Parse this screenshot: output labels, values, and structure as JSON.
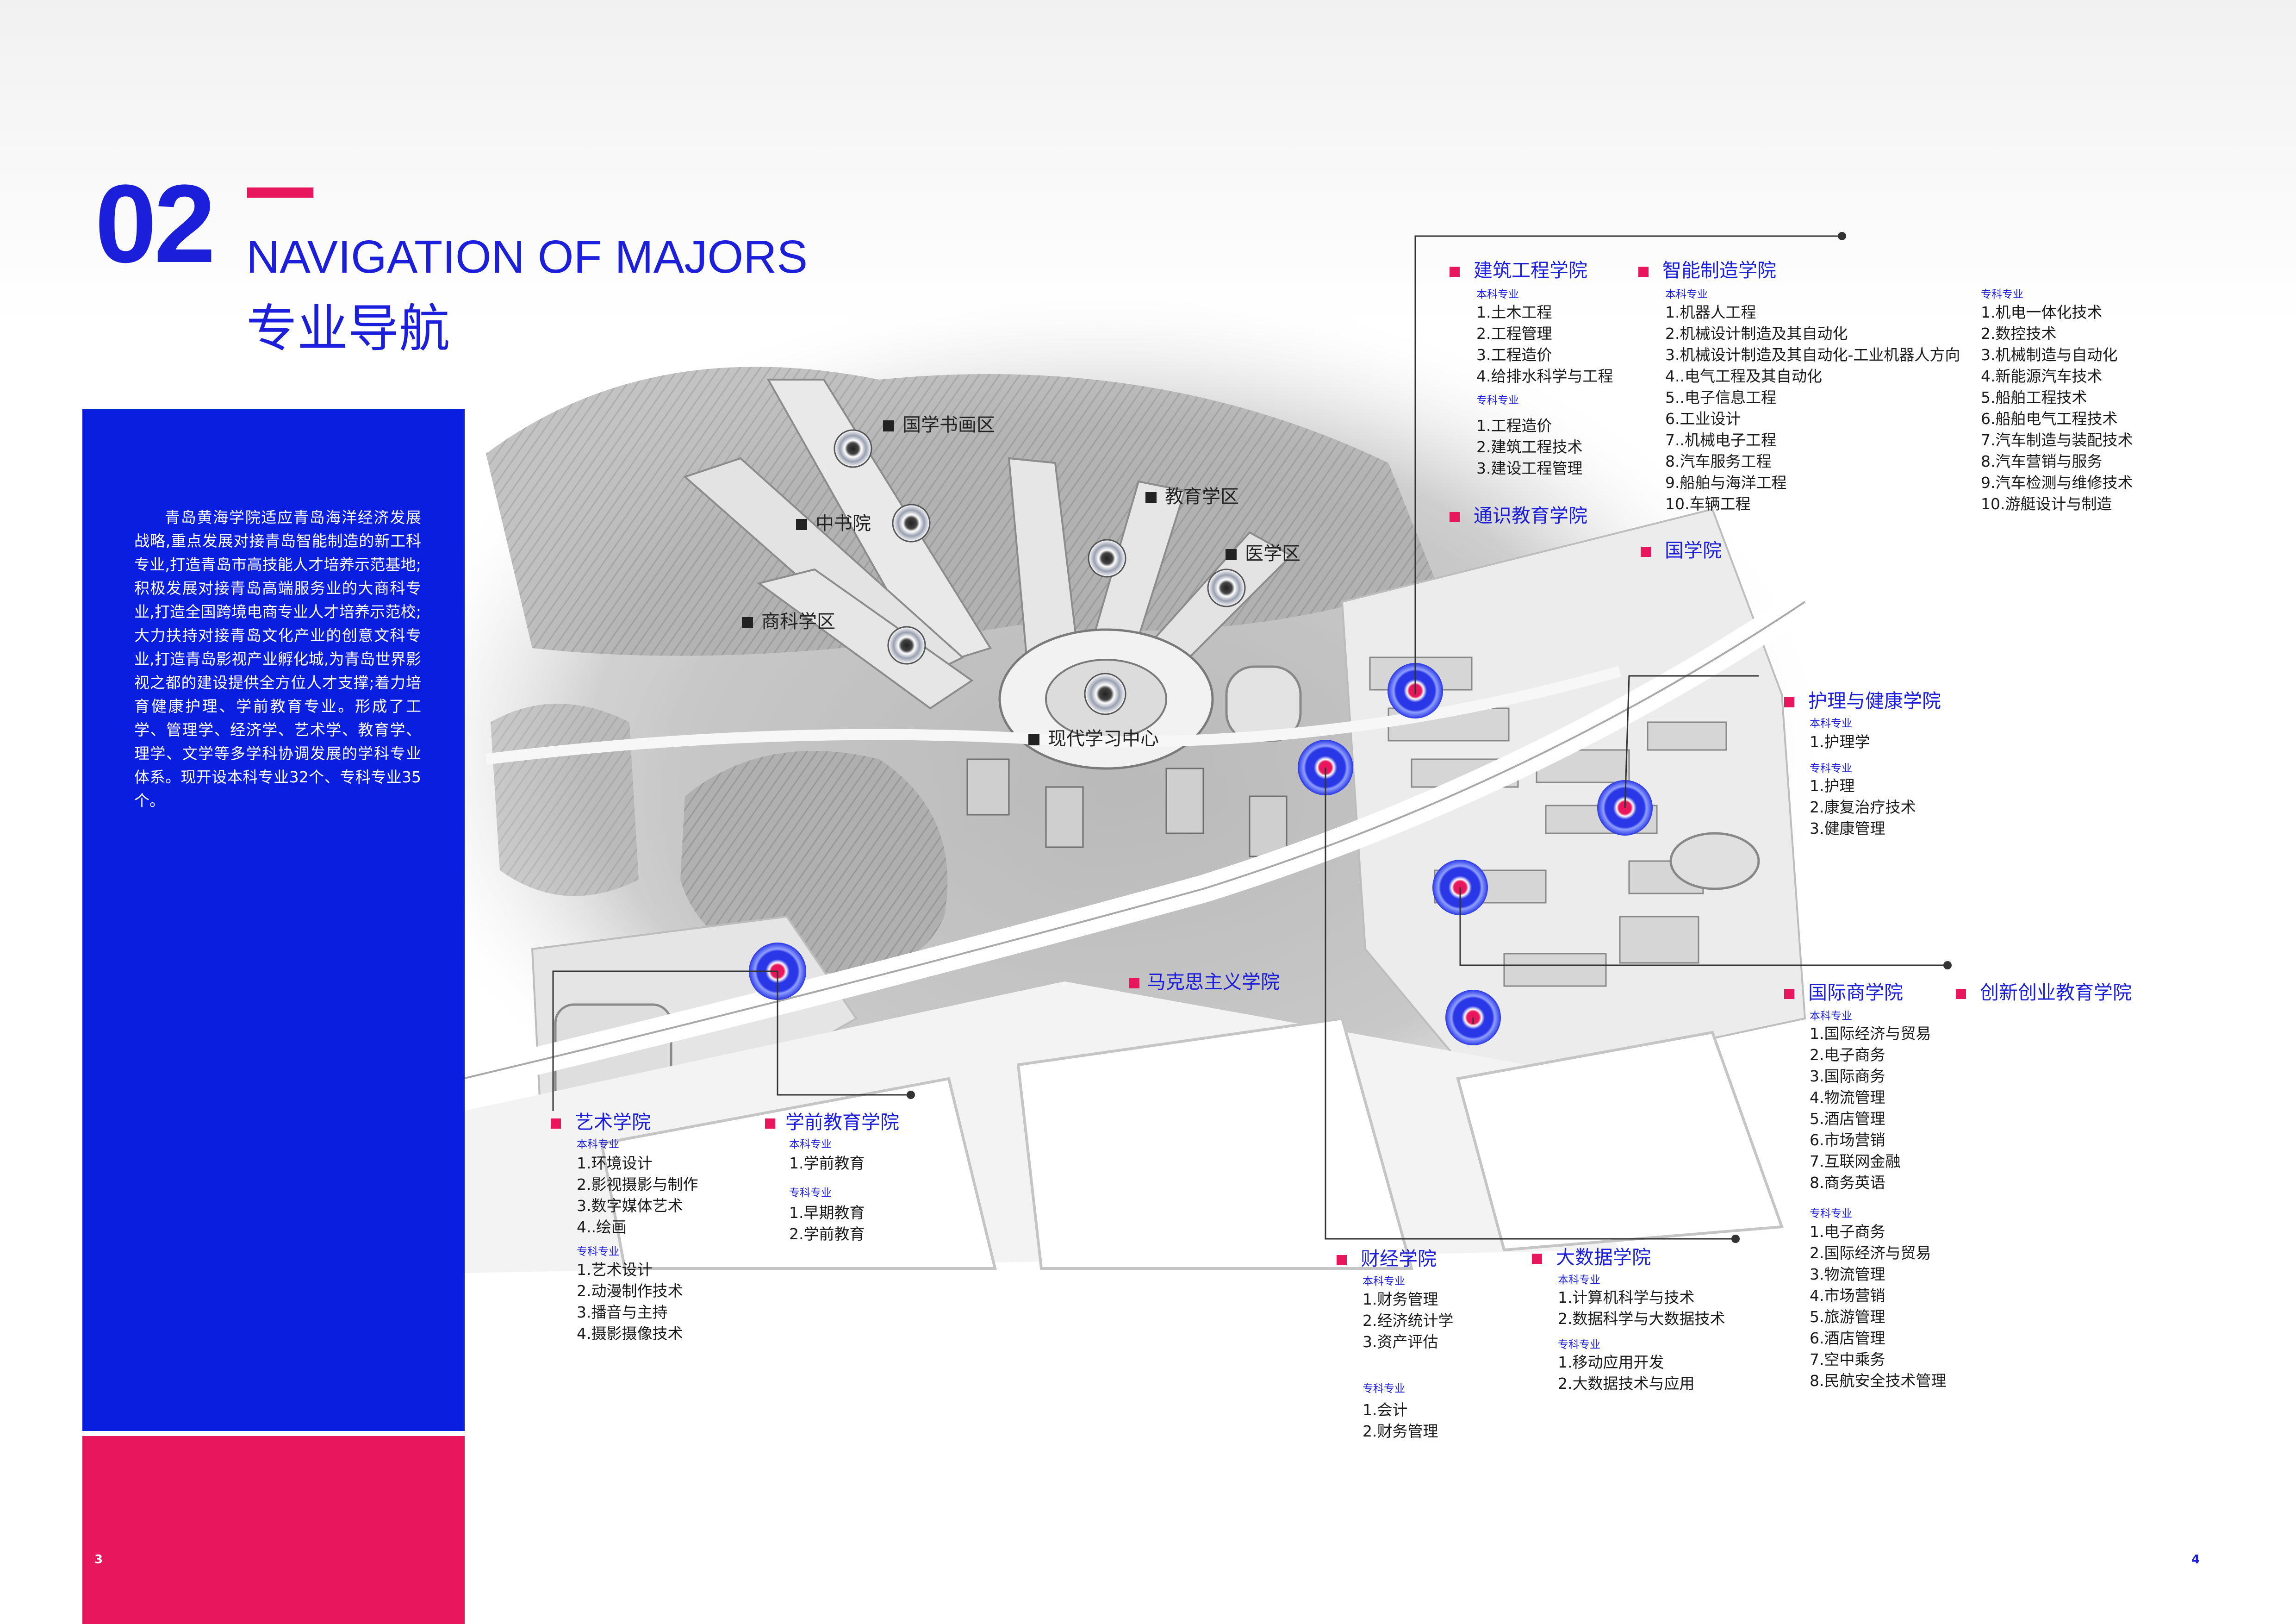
{
  "header": {
    "number": "02",
    "title_en": "NAVIGATION OF MAJORS",
    "title_cn": "专业导航"
  },
  "intro": "青岛黄海学院适应青岛海洋经济发展战略,重点发展对接青岛智能制造的新工科专业,打造青岛市高技能人才培养示范基地;积极发展对接青岛高端服务业的大商科专业,打造全国跨境电商专业人才培养示范校;大力扶持对接青岛文化产业的创意文科专业,打造青岛影视产业孵化城,为青岛世界影视之都的建设提供全方位人才支撑;着力培育健康护理、学前教育专业。形成了工学、管理学、经济学、艺术学、教育学、理学、文学等多学科协调发展的学科专业体系。现开设本科专业32个、专科专业35个。",
  "pages": {
    "left": "3",
    "right": "4"
  },
  "labels": {
    "benke": "本科专业",
    "zhuanke": "专科专业"
  },
  "map_areas": {
    "guoxue": "国学书画区",
    "zhongshu": "中书院",
    "jiaoyu": "教育学区",
    "yixue": "医学区",
    "shangke": "商科学区",
    "xiandai": "现代学习中心"
  },
  "colleges": {
    "jianzhu": {
      "name": "建筑工程学院",
      "benke": [
        "1.土木工程",
        "2.工程管理",
        "3.工程造价",
        "4.给排水科学与工程"
      ],
      "zhuanke": [
        "1.工程造价",
        "2.建筑工程技术",
        "3.建设工程管理"
      ]
    },
    "zhineng": {
      "name": "智能制造学院",
      "benke": [
        "1.机器人工程",
        "2.机械设计制造及其自动化",
        "3.机械设计制造及其自动化-工业机器人方向",
        "4..电气工程及其自动化",
        "5..电子信息工程",
        "6.工业设计",
        "7..机械电子工程",
        "8.汽车服务工程",
        "9.船舶与海洋工程",
        "10.车辆工程"
      ],
      "zhuanke": [
        "1.机电一体化技术",
        "2.数控技术",
        "3.机械制造与自动化",
        "4.新能源汽车技术",
        "5.船舶工程技术",
        "6.船舶电气工程技术",
        "7.汽车制造与装配技术",
        "8.汽车营销与服务",
        "9.汽车检测与维修技术",
        "10.游艇设计与制造"
      ]
    },
    "tongshi": {
      "name": "通识教育学院"
    },
    "guoxue": {
      "name": "国学院"
    },
    "huli": {
      "name": "护理与健康学院",
      "benke": [
        "1.护理学"
      ],
      "zhuanke": [
        "1.护理",
        "2.康复治疗技术",
        "3.健康管理"
      ]
    },
    "makesi": {
      "name": "马克思主义学院"
    },
    "guoji": {
      "name": "国际商学院",
      "benke": [
        "1.国际经济与贸易",
        "2.电子商务",
        "3.国际商务",
        "4.物流管理",
        "5.酒店管理",
        "6.市场营销",
        "7.互联网金融",
        "8.商务英语"
      ],
      "zhuanke": [
        "1.电子商务",
        "2.国际经济与贸易",
        "3.物流管理",
        "4.市场营销",
        "5.旅游管理",
        "6.酒店管理",
        "7.空中乘务",
        "8.民航安全技术管理"
      ]
    },
    "chuangxin": {
      "name": "创新创业教育学院"
    },
    "yishu": {
      "name": "艺术学院",
      "benke": [
        "1.环境设计",
        "2.影视摄影与制作",
        "3.数字媒体艺术",
        "4..绘画"
      ],
      "zhuanke": [
        "1.艺术设计",
        "2.动漫制作技术",
        "3.播音与主持",
        "4.摄影摄像技术"
      ]
    },
    "xueqian": {
      "name": "学前教育学院",
      "benke": [
        "1.学前教育"
      ],
      "zhuanke": [
        "1.早期教育",
        "2.学前教育"
      ]
    },
    "caijing": {
      "name": "财经学院",
      "benke": [
        "1.财务管理",
        "2.经济统计学",
        "3.资产评估"
      ],
      "zhuanke": [
        "1.会计",
        "2.财务管理"
      ]
    },
    "dashuju": {
      "name": "大数据学院",
      "benke": [
        "1.计算机科学与技术",
        "2.数据科学与大数据技术"
      ],
      "zhuanke": [
        "1.移动应用开发",
        "2.大数据技术与应用"
      ]
    }
  },
  "colors": {
    "blue": "#1c1fd9",
    "panel_blue": "#0a1ee0",
    "red": "#e8175d"
  }
}
